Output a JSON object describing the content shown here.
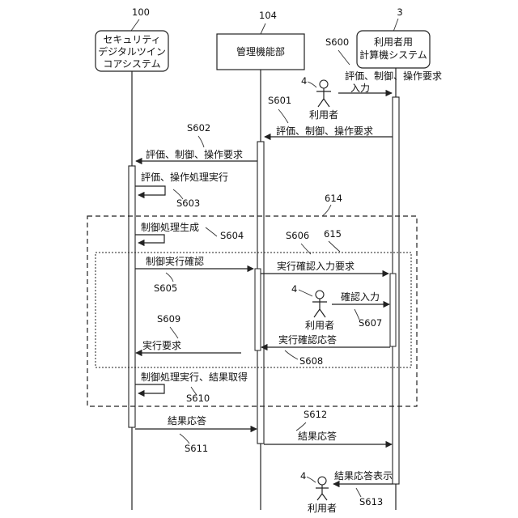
{
  "participants": {
    "security_twin": {
      "ref": "100",
      "lines": [
        "セキュリティ",
        "デジタルツイン",
        "コアシステム"
      ]
    },
    "management": {
      "ref": "104",
      "lines": [
        "管理機能部"
      ]
    },
    "user_system": {
      "ref": "3",
      "lines": [
        "利用者用",
        "計算機システム"
      ]
    }
  },
  "user_actor": {
    "ref": "4",
    "label": "利用者"
  },
  "regions": {
    "outer_ref": "614",
    "inner_ref": "615"
  },
  "steps": {
    "s600": "S600",
    "s601": "S601",
    "s602": "S602",
    "s603": "S603",
    "s604": "S604",
    "s605": "S605",
    "s606": "S606",
    "s607": "S607",
    "s608": "S608",
    "s609": "S609",
    "s610": "S610",
    "s611": "S611",
    "s612": "S612",
    "s613": "S613"
  },
  "messages": {
    "m600_line1": "評価、制御、操作要求",
    "m600_line2": "入力",
    "m601": "評価、制御、操作要求",
    "m602": "評価、制御、操作要求",
    "m603": "評価、操作処理実行",
    "m604": "制御処理生成",
    "m605": "制御実行確認",
    "m606": "実行確認入力要求",
    "m607": "確認入力",
    "m608": "実行確認応答",
    "m609": "実行要求",
    "m610": "制御処理実行、結果取得",
    "m611": "結果応答",
    "m612": "結果応答",
    "m613": "結果応答表示"
  }
}
